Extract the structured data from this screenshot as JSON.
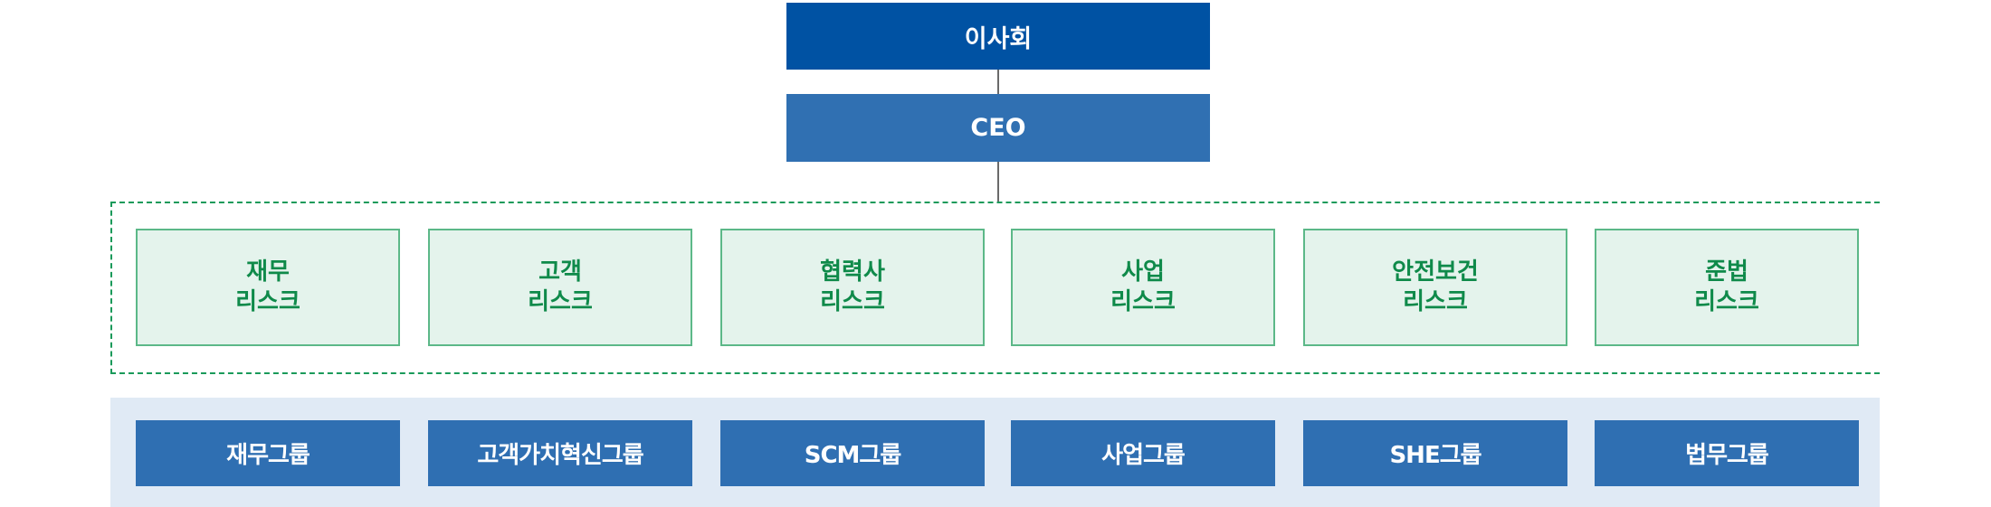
{
  "top": {
    "board_label": "이사회",
    "ceo_label": "CEO"
  },
  "risks": [
    {
      "line1": "재무",
      "line2": "리스크"
    },
    {
      "line1": "고객",
      "line2": "리스크"
    },
    {
      "line1": "협력사",
      "line2": "리스크"
    },
    {
      "line1": "사업",
      "line2": "리스크"
    },
    {
      "line1": "안전보건",
      "line2": "리스크"
    },
    {
      "line1": "준법",
      "line2": "리스크"
    }
  ],
  "groups": [
    {
      "label": "재무그룹"
    },
    {
      "label": "고객가치혁신그룹"
    },
    {
      "label": "SCM그룹"
    },
    {
      "label": "사업그룹"
    },
    {
      "label": "SHE그룹"
    },
    {
      "label": "법무그룹"
    }
  ],
  "colors": {
    "board": "#0052a3",
    "ceo": "#3070b2",
    "risk_fill": "#e4f3ec",
    "risk_border": "#5cb888",
    "risk_text": "#0f8a4a",
    "dashed_border": "#1a9a5a",
    "group_fill": "#2f6fb2",
    "group_band": "#e0eaf5",
    "connector": "#6a6a6a"
  }
}
